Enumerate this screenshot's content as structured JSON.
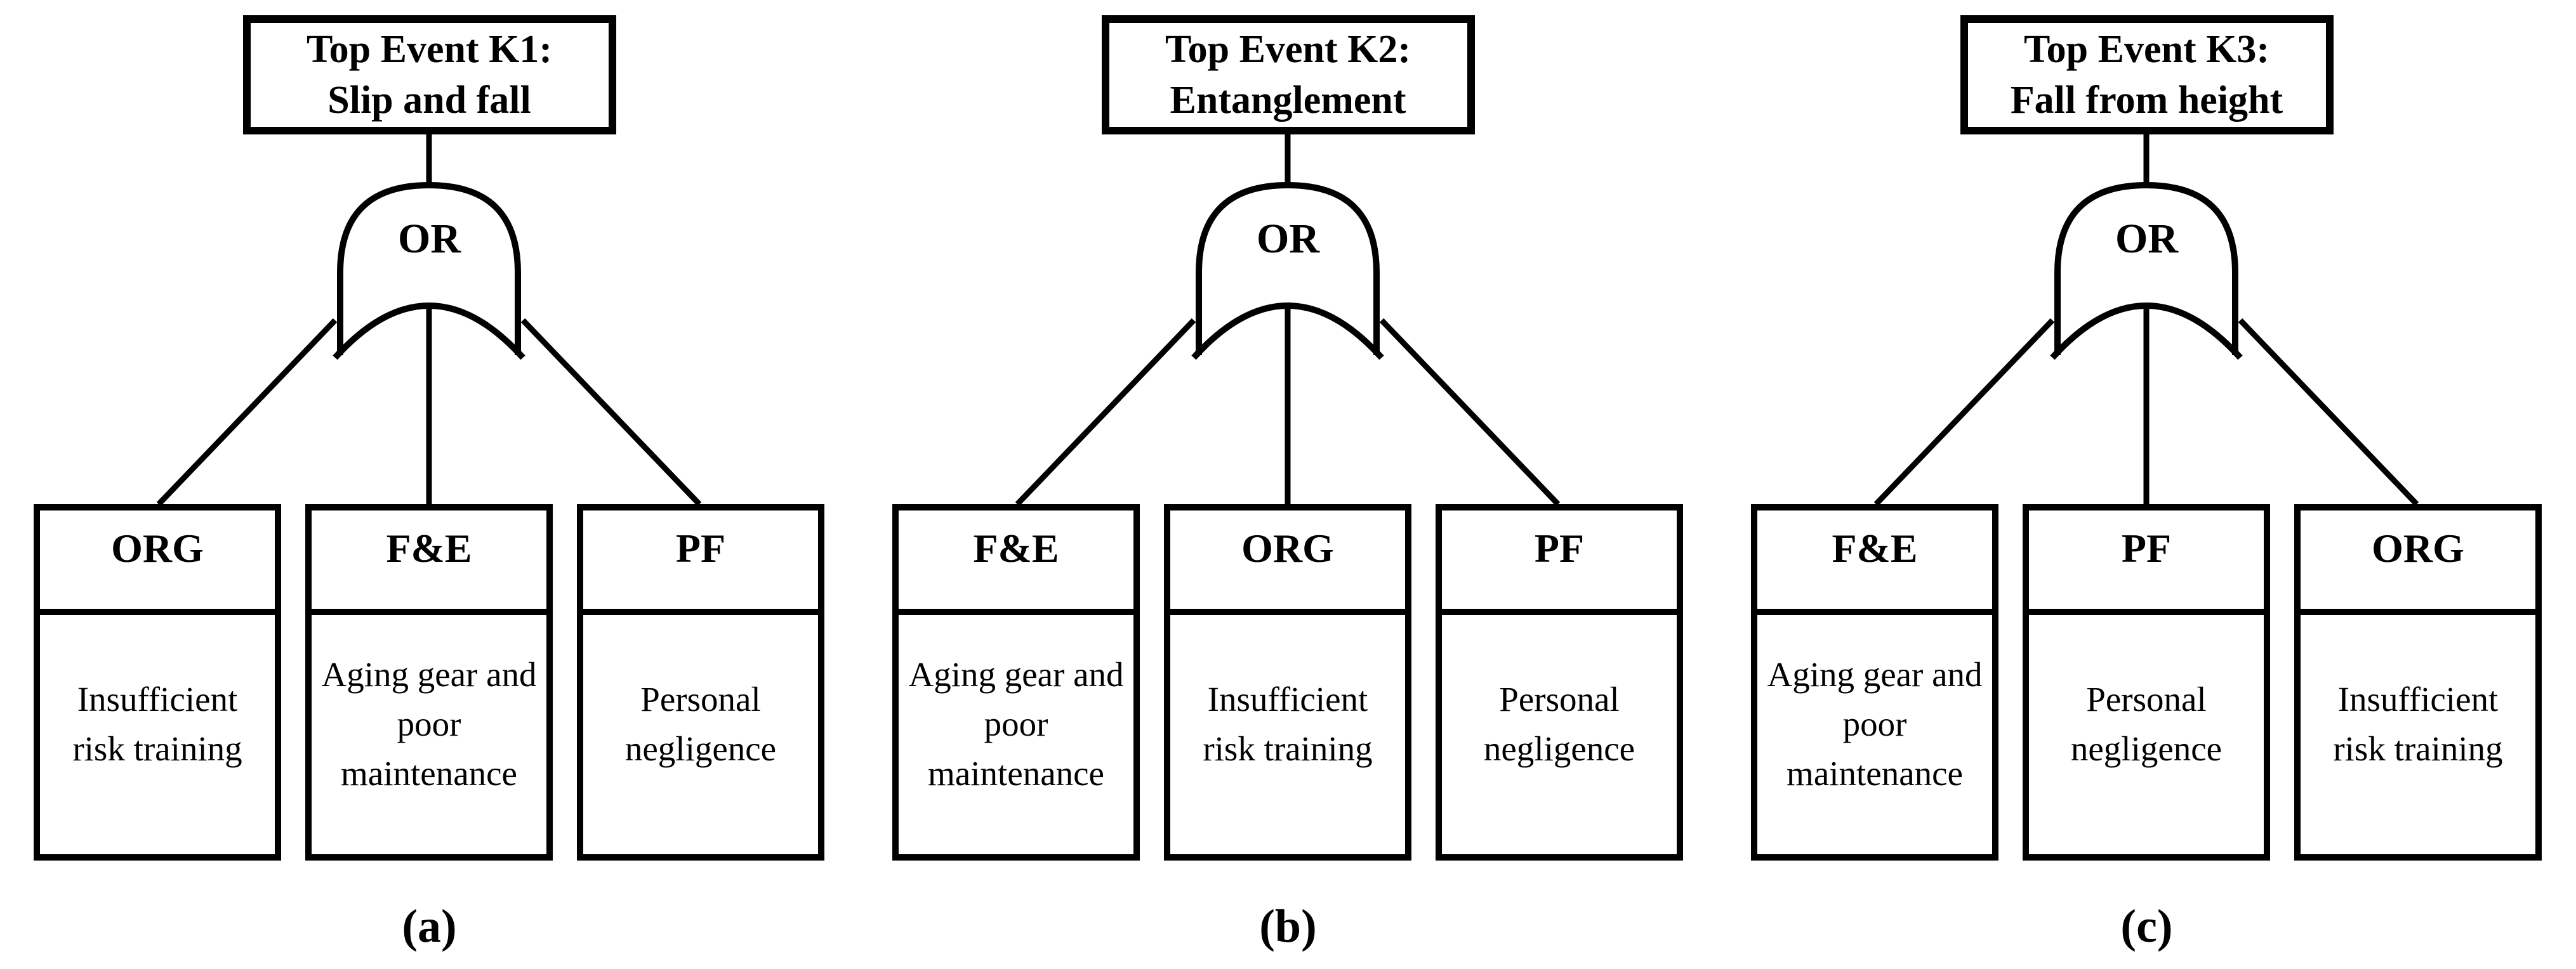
{
  "figure": {
    "background_color": "#ffffff",
    "line_color": "#000000",
    "panels": [
      {
        "caption": "(a)",
        "top_event_id": "Top Event K1:",
        "top_event_name": "Slip and fall",
        "gate_label": "OR",
        "basic_events": [
          {
            "code": "ORG",
            "description": "Insufficient risk training"
          },
          {
            "code": "F&E",
            "description": "Aging gear and poor maintenance"
          },
          {
            "code": "PF",
            "description": "Personal negligence"
          }
        ]
      },
      {
        "caption": "(b)",
        "top_event_id": "Top Event K2:",
        "top_event_name": "Entanglement",
        "gate_label": "OR",
        "basic_events": [
          {
            "code": "F&E",
            "description": "Aging gear and poor maintenance"
          },
          {
            "code": "ORG",
            "description": "Insufficient risk training"
          },
          {
            "code": "PF",
            "description": "Personal negligence"
          }
        ]
      },
      {
        "caption": "(c)",
        "top_event_id": "Top Event K3:",
        "top_event_name": "Fall from height",
        "gate_label": "OR",
        "basic_events": [
          {
            "code": "F&E",
            "description": "Aging gear and poor maintenance"
          },
          {
            "code": "PF",
            "description": "Personal negligence"
          },
          {
            "code": "ORG",
            "description": "Insufficient risk training"
          }
        ]
      }
    ]
  }
}
